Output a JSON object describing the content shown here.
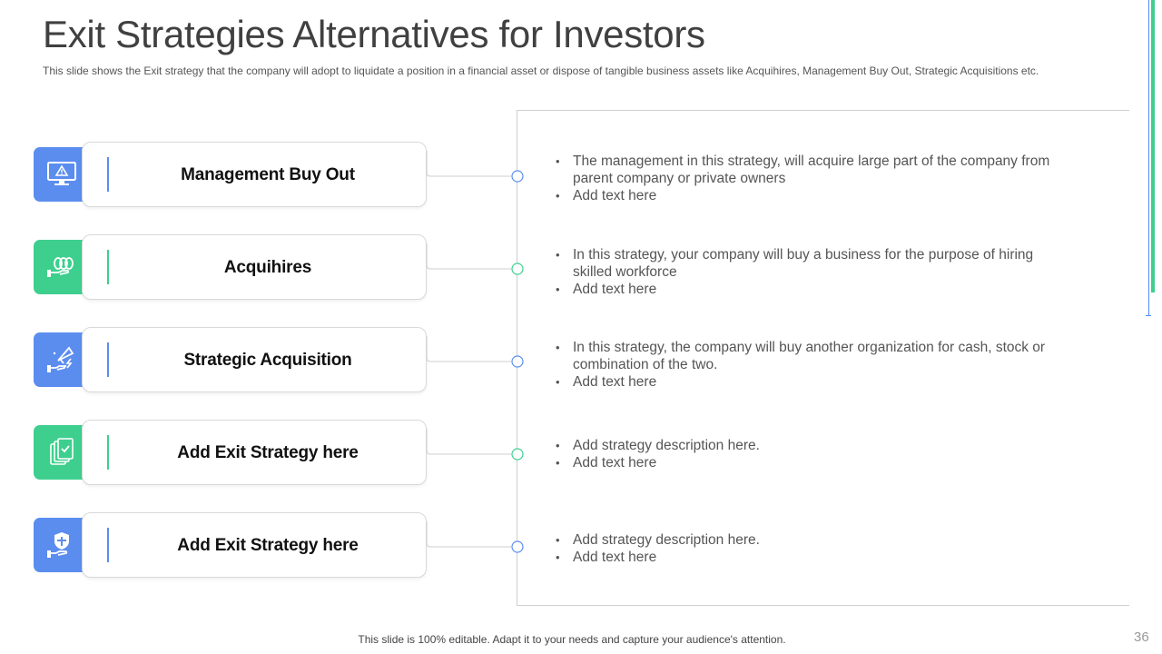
{
  "slide": {
    "title": "Exit Strategies Alternatives for Investors",
    "subtitle": "This slide shows the Exit strategy that the company will adopt to liquidate a position in a financial asset or dispose of tangible business assets like Acquihires, Management Buy Out, Strategic Acquisitions etc.",
    "footer": "This slide is 100% editable. Adapt it to your needs and capture your audience's attention.",
    "page_number": "36"
  },
  "colors": {
    "blue": "#5b8def",
    "green": "#3ecf8e",
    "title": "#404040"
  },
  "strategies": [
    {
      "label": "Management Buy Out",
      "icon": "monitor-warning-icon",
      "color": "blue",
      "bullets": [
        "The management in this strategy, will acquire large part of the company from parent company or private owners",
        "Add text here"
      ]
    },
    {
      "label": "Acquihires",
      "icon": "coins-hand-icon",
      "color": "green",
      "bullets": [
        "In this strategy, your company will buy a business for the purpose of hiring skilled workforce",
        "Add text here"
      ]
    },
    {
      "label": "Strategic Acquisition",
      "icon": "megaphone-hand-icon",
      "color": "blue",
      "bullets": [
        "In this strategy, the company will buy another organization for cash, stock or combination of the two.",
        "Add text here"
      ]
    },
    {
      "label": "Add Exit Strategy here",
      "icon": "documents-check-icon",
      "color": "green",
      "bullets": [
        "Add strategy description here.",
        "Add text here"
      ]
    },
    {
      "label": "Add Exit Strategy here",
      "icon": "shield-hand-icon",
      "color": "blue",
      "bullets": [
        "Add strategy description here.",
        "Add text here"
      ]
    }
  ]
}
